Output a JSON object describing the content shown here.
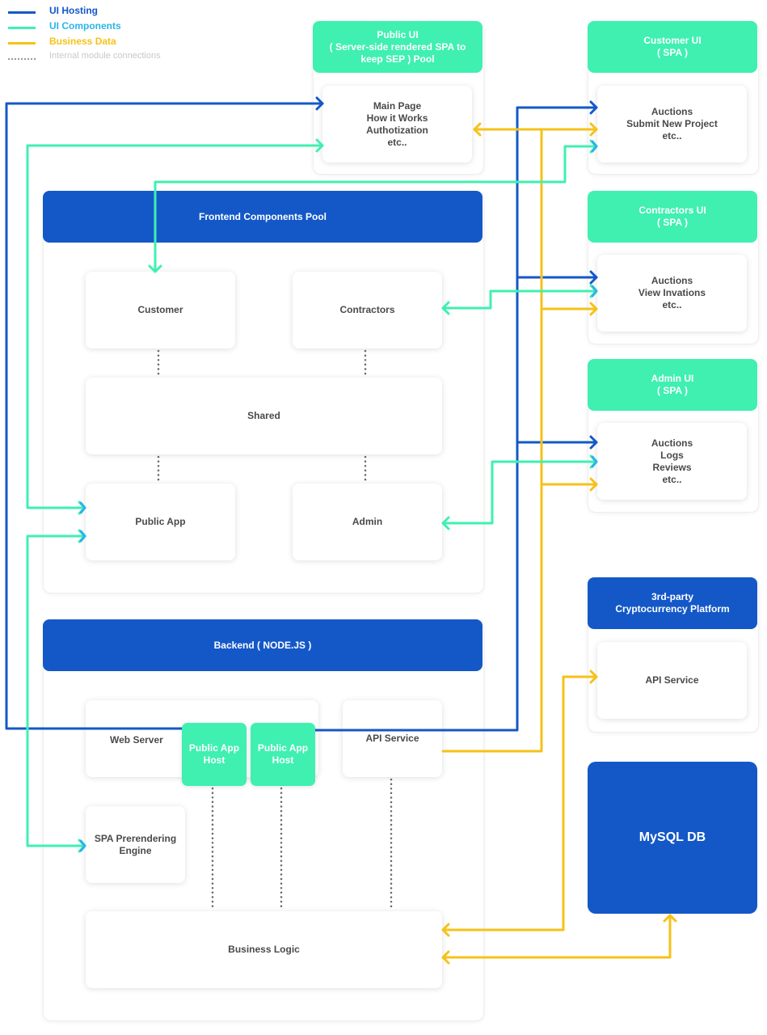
{
  "legend": [
    {
      "label": "UI Hosting",
      "color": "#1458c8"
    },
    {
      "label": "UI Components",
      "color": "#2bb5e8"
    },
    {
      "label": "Business Data",
      "color": "#f5c218"
    },
    {
      "label": "Internal module connections",
      "color": "#c8c8c8"
    }
  ],
  "colors": {
    "hosting": "#1458c8",
    "components": "#3ff0b0",
    "business": "#f5c218",
    "internal": "#6b6b6b"
  },
  "public_ui": {
    "title": "Public UI\n( Server-side rendered SPA to\nkeep SEP ) Pool",
    "pages": "Main Page\nHow it Works\nAuthotization\netc.."
  },
  "customer_ui": {
    "title": "Customer UI\n( SPA )",
    "pages": "Auctions\nSubmit New Project\netc.."
  },
  "contractors_ui": {
    "title": "Contractors UI\n( SPA )",
    "pages": "Auctions\nView Invations\netc.."
  },
  "admin_ui": {
    "title": "Admin UI\n( SPA )",
    "pages": "Auctions\nLogs\nReviews\netc.."
  },
  "frontend_pool": {
    "title": "Frontend Components Pool",
    "customer": "Customer",
    "contractors": "Contractors",
    "shared": "Shared",
    "public_app": "Public App",
    "admin": "Admin"
  },
  "backend": {
    "title": "Backend ( NODE.JS )",
    "web_server": "Web Server",
    "host_1": "Public App\nHost",
    "host_2": "Public App\nHost",
    "api_service": "API Service",
    "spa_engine": "SPA Prerendering\nEngine",
    "business_logic": "Business Logic"
  },
  "crypto": {
    "title": "3rd-party\nCryptocurrency Platform",
    "api_service": "API Service"
  },
  "database": {
    "label": "MySQL DB"
  }
}
